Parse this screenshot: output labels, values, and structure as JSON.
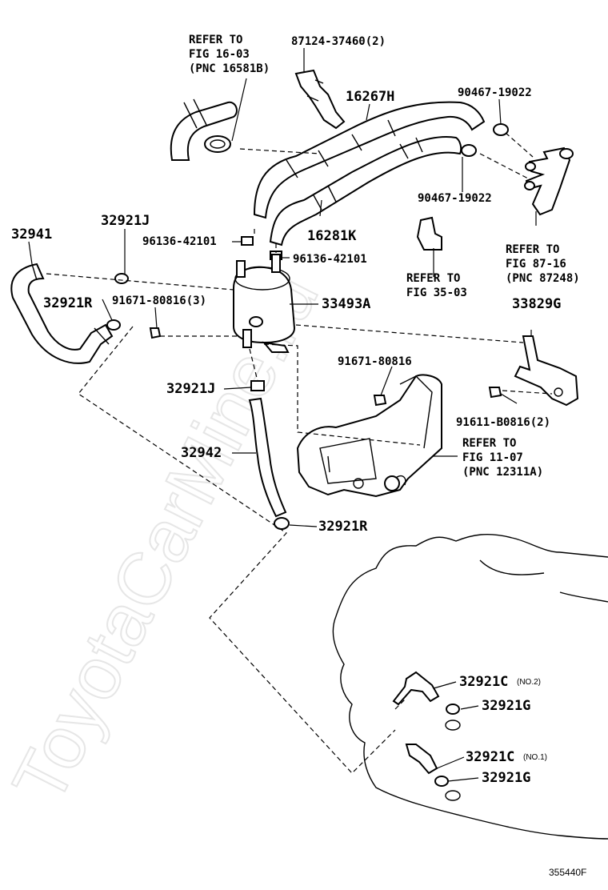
{
  "diagram_id": "355440F",
  "watermark": "ToyotaCarMine.ru",
  "refs": {
    "fig_16_03": [
      "REFER TO",
      "FIG 16-03",
      "(PNC 16581B)"
    ],
    "fig_87_16": [
      "REFER TO",
      "FIG 87-16",
      "(PNC 87248)"
    ],
    "fig_35_03": [
      "REFER TO",
      "FIG 35-03"
    ],
    "fig_11_07": [
      "REFER TO",
      "FIG 11-07",
      "(PNC 12311A)"
    ]
  },
  "parts": {
    "p87124": "87124-37460(2)",
    "p16267H": "16267H",
    "p90467_top": "90467-19022",
    "p90467_mid": "90467-19022",
    "p16281K": "16281K",
    "p32921J_top": "32921J",
    "p32941": "32941",
    "p96136_a": "96136-42101",
    "p96136_b": "96136-42101",
    "p33493A": "33493A",
    "p32921R_left": "32921R",
    "p91671_3": "91671-80816(3)",
    "p33829G": "33829G",
    "p91671": "91671-80816",
    "p32921J_mid": "32921J",
    "p91611": "91611-B0816(2)",
    "p32942": "32942",
    "p32921R_bottom": "32921R",
    "p32921C_no2": "32921C",
    "p32921C_no2_note": "(NO.2)",
    "p32921G_upper": "32921G",
    "p32921C_no1": "32921C",
    "p32921C_no1_note": "(NO.1)",
    "p32921G_lower": "32921G"
  }
}
